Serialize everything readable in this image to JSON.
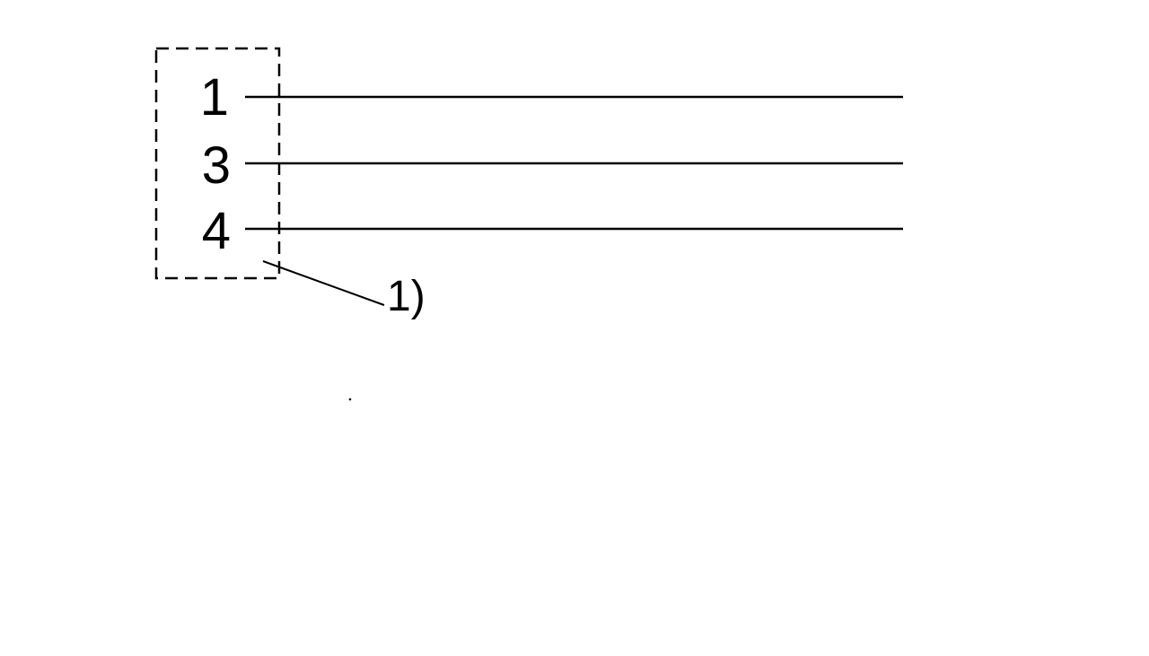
{
  "diagram": {
    "pins": [
      {
        "label": "1"
      },
      {
        "label": "3"
      },
      {
        "label": "4"
      }
    ],
    "callout": "1)",
    "line_color": "#000000",
    "background_color": "#ffffff"
  }
}
